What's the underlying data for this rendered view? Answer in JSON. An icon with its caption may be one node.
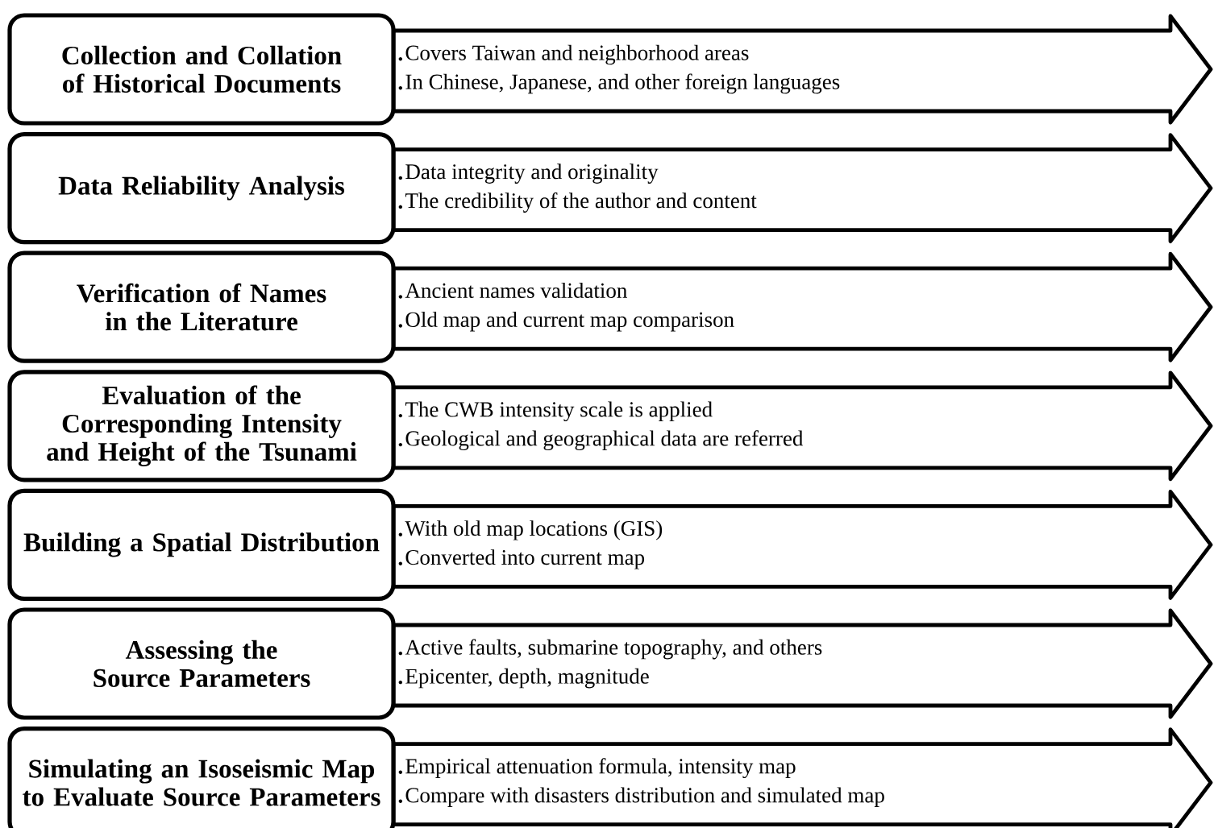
{
  "diagram": {
    "nodes": [
      {
        "text": [
          "Collection and Collation of Historical Documents"
        ]
      },
      {
        "text": [
          "Covers Taiwan and neighborhood areas",
          "In Chinese, Japanese, and other foreign languages"
        ]
      },
      {
        "text": [
          "Data Reliability Analysis"
        ]
      },
      {
        "text": [
          "Data integrity and originality",
          "The credibility of the author and content"
        ]
      },
      {
        "text": [
          "Verification of Names in the Literature"
        ]
      },
      {
        "text": [
          "Ancient names validation",
          "Old map and current map comparison"
        ]
      },
      {
        "text": [
          "Evaluation of the Corresponding Intensity and Height of the Tsunami"
        ]
      },
      {
        "text": [
          "The CWB intensity scale is applied",
          "Geological and geographical data are referred"
        ]
      },
      {
        "text": [
          "Building a Spatial Distribution"
        ]
      },
      {
        "text": [
          "With old map locations (GIS)",
          "Converted into current map"
        ]
      },
      {
        "text": [
          "Assessing the Source Parameters"
        ]
      },
      {
        "text": [
          "Active faults, submarine topography, and others",
          "Epicenter, depth, magnitude"
        ]
      },
      {
        "text": [
          "Simulating an Isoseismic Map to Evaluate Source Parameters"
        ]
      },
      {
        "text": [
          "Empirical attenuation formula, intensity map",
          "Compare with disasters distribution and simulated map"
        ]
      }
    ]
  }
}
